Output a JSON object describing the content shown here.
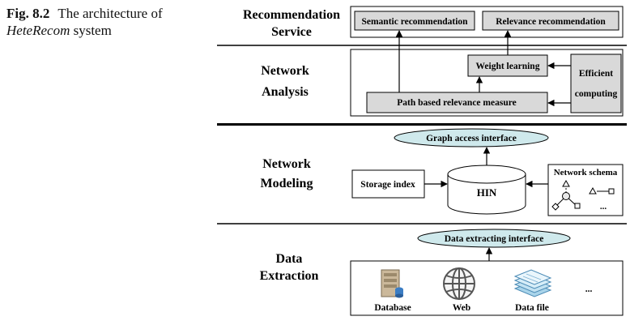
{
  "caption": {
    "fig_label": "Fig. 8.2",
    "text_before": "The architecture of",
    "italic": "HeteRecom",
    "text_after": "system"
  },
  "layers": {
    "recommendation_service": [
      "Recommendation",
      "Service"
    ],
    "network_analysis": [
      "Network",
      "Analysis"
    ],
    "network_modeling": [
      "Network",
      "Modeling"
    ],
    "data_extraction": [
      "Data",
      "Extraction"
    ]
  },
  "boxes": {
    "semantic_recommendation": "Semantic recommendation",
    "relevance_recommendation": "Relevance recommendation",
    "weight_learning": "Weight learning",
    "efficient_computing": [
      "Efficient",
      "computing"
    ],
    "path_relevance": "Path based relevance measure",
    "graph_access": "Graph access interface",
    "storage_index": "Storage index",
    "hin": "HIN",
    "network_schema": "Network schema",
    "schema_ellipsis": "...",
    "data_extracting": "Data extracting interface",
    "database": "Database",
    "web": "Web",
    "data_file": "Data file",
    "sources_ellipsis": "..."
  },
  "colors": {
    "box_fill": "#d9d9d9",
    "ellipse_fill": "#cfe9ec",
    "line": "#000000"
  }
}
